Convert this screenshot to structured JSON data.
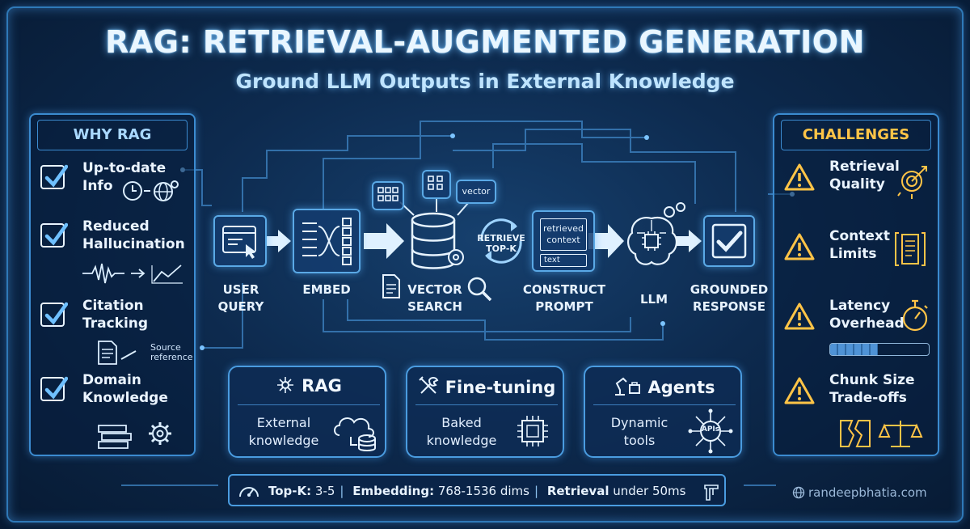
{
  "title": "RAG: RETRIEVAL-AUGMENTED GENERATION",
  "subtitle": "Ground LLM Outputs in External Knowledge",
  "why_rag": {
    "heading": "WHY RAG",
    "items": [
      {
        "line1": "Up-to-date",
        "line2": "Info"
      },
      {
        "line1": "Reduced",
        "line2": "Hallucination"
      },
      {
        "line1": "Citation",
        "line2": "Tracking"
      },
      {
        "line1": "Domain",
        "line2": "Knowledge"
      }
    ],
    "source_reference": "Source reference"
  },
  "challenges": {
    "heading": "CHALLENGES",
    "items": [
      {
        "line1": "Retrieval",
        "line2": "Quality"
      },
      {
        "line1": "Context",
        "line2": "Limits"
      },
      {
        "line1": "Latency",
        "line2": "Overhead"
      },
      {
        "line1": "Chunk Size",
        "line2": "Trade-offs"
      }
    ]
  },
  "pipeline": {
    "steps": [
      {
        "line1": "USER",
        "line2": "QUERY"
      },
      {
        "line1": "EMBED",
        "line2": ""
      },
      {
        "line1": "VECTOR",
        "line2": "SEARCH"
      },
      {
        "line1": "CONSTRUCT",
        "line2": "PROMPT"
      },
      {
        "line1": "LLM",
        "line2": ""
      },
      {
        "line1": "GROUNDED",
        "line2": "RESPONSE"
      }
    ],
    "retrieve_line1": "RETRIEVE",
    "retrieve_line2": "TOP-K",
    "vector_tag": "vector",
    "context_line1": "retrieved",
    "context_line2": "context",
    "context_text": "text"
  },
  "cards": [
    {
      "title": "RAG",
      "body_line1": "External",
      "body_line2": "knowledge"
    },
    {
      "title": "Fine-tuning",
      "body_line1": "Baked",
      "body_line2": "knowledge"
    },
    {
      "title": "Agents",
      "body_line1": "Dynamic",
      "body_line2": "tools",
      "icon_text": "APIs"
    }
  ],
  "stats": {
    "topk_label": "Top-K:",
    "topk_value": "3-5",
    "embed_label": "Embedding:",
    "embed_value": "768-1536 dims",
    "retrieval_label": "Retrieval",
    "retrieval_value": "under 50ms"
  },
  "credit": "randeepbhatia.com",
  "colors": {
    "accent": "#5aa9e6",
    "warning": "#ffc447",
    "background": "#0d2a4e"
  }
}
